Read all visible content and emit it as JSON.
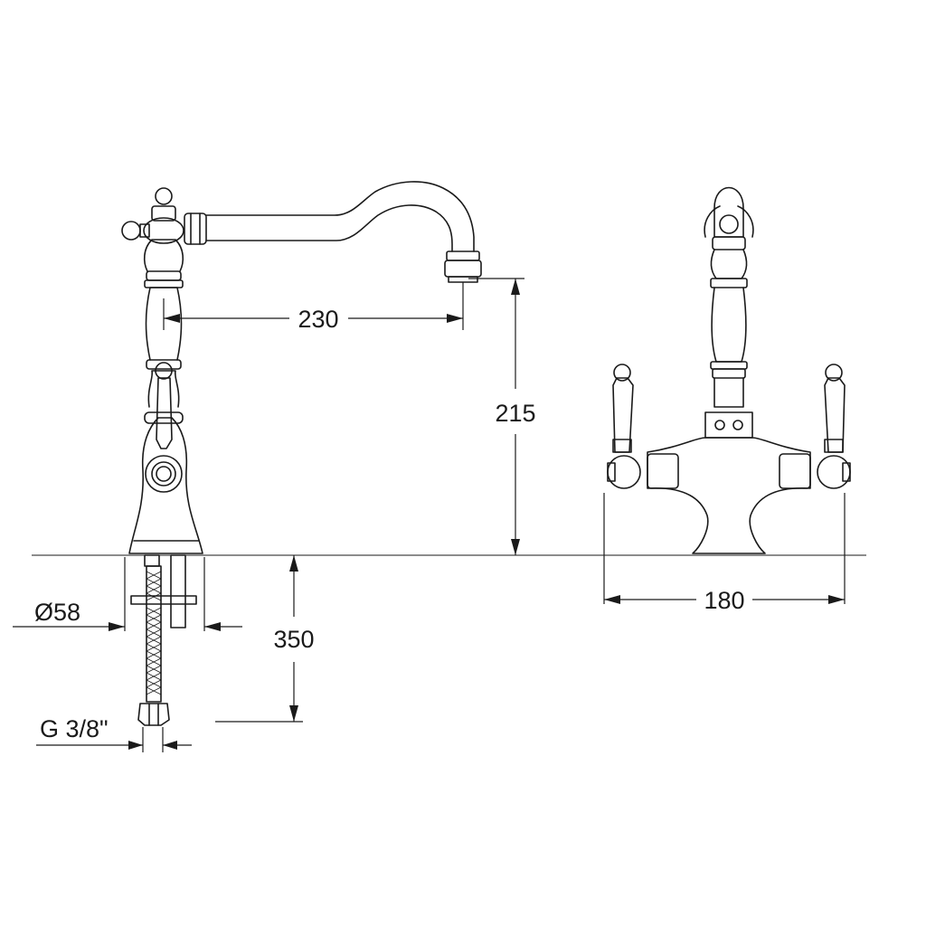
{
  "dimensions": {
    "reach": "230",
    "spout_height": "215",
    "base_diameter": "Ø58",
    "shank_length": "350",
    "connection": "G 3/8\"",
    "handle_span": "180"
  }
}
